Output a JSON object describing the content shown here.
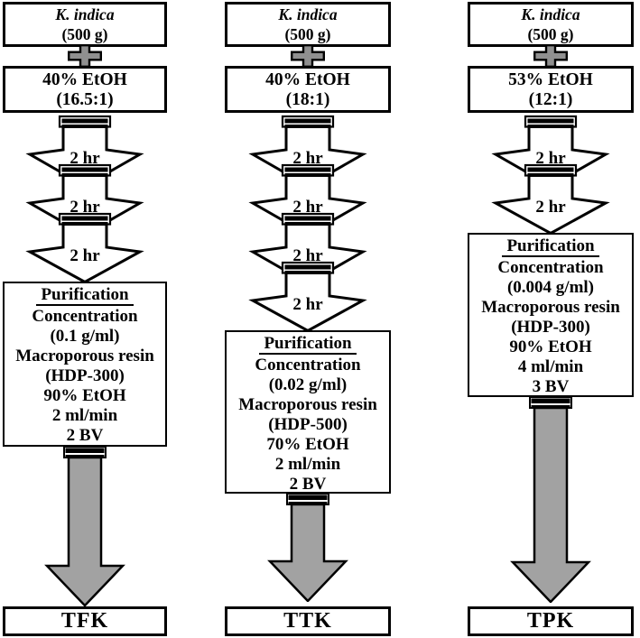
{
  "colors": {
    "arrow_gray": "#a2a2a2",
    "plus_gray": "#909090",
    "border": "#000000"
  },
  "icons": {
    "plus_icon": "+",
    "extraction_arrow": "down-arrow",
    "flow_arrow": "down-arrow"
  },
  "columns": [
    {
      "source": {
        "line1": "K. indica",
        "line2": "(500 g)"
      },
      "solvent": {
        "line1": "40% EtOH",
        "line2": "(16.5:1)"
      },
      "extraction_steps": [
        {
          "duration": "2 hr"
        },
        {
          "duration": "2 hr"
        },
        {
          "duration": "2 hr"
        }
      ],
      "purification": {
        "title": "Purification",
        "lines": [
          "Concentration",
          "(0.1 g/ml)",
          "Macroporous resin",
          "(HDP-300)",
          "90% EtOH",
          "2 ml/min",
          "2 BV"
        ]
      },
      "result": "TFK"
    },
    {
      "source": {
        "line1": "K. indica",
        "line2": "(500 g)"
      },
      "solvent": {
        "line1": "40% EtOH",
        "line2": "(18:1)"
      },
      "extraction_steps": [
        {
          "duration": "2 hr"
        },
        {
          "duration": "2 hr"
        },
        {
          "duration": "2 hr"
        },
        {
          "duration": "2 hr"
        }
      ],
      "purification": {
        "title": "Purification",
        "lines": [
          "Concentration",
          "(0.02 g/ml)",
          "Macroporous resin",
          "(HDP-500)",
          "70% EtOH",
          "2 ml/min",
          "2 BV"
        ]
      },
      "result": "TTK"
    },
    {
      "source": {
        "line1": "K. indica",
        "line2": "(500 g)"
      },
      "solvent": {
        "line1": "53% EtOH",
        "line2": "(12:1)"
      },
      "extraction_steps": [
        {
          "duration": "2 hr"
        },
        {
          "duration": "2 hr"
        }
      ],
      "purification": {
        "title": "Purification",
        "lines": [
          "Concentration",
          "(0.004 g/ml)",
          "Macroporous resin",
          "(HDP-300)",
          "90% EtOH",
          "4 ml/min",
          "3 BV"
        ]
      },
      "result": "TPK"
    }
  ]
}
